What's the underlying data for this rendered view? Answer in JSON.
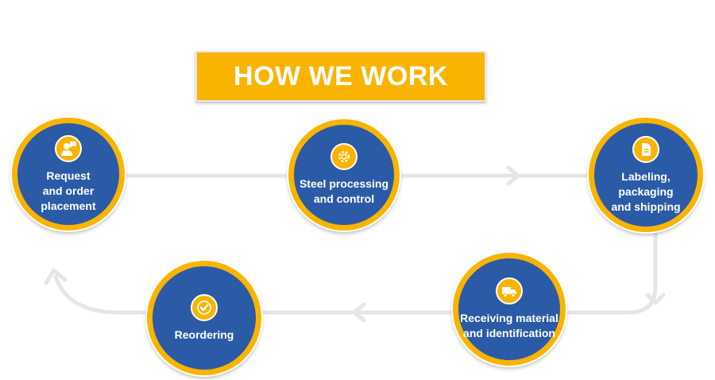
{
  "title": "HOW WE WORK",
  "steps": [
    {
      "label_lines": [
        "Request",
        "and order",
        "placement"
      ],
      "icon": "person-chat-icon"
    },
    {
      "label_lines": [
        "Steel processing",
        "and control"
      ],
      "icon": "gear-icon"
    },
    {
      "label_lines": [
        "Labeling,",
        "packaging",
        "and shipping"
      ],
      "icon": "document-icon"
    },
    {
      "label_lines": [
        "Receiving material",
        "and identification"
      ],
      "icon": "truck-icon"
    },
    {
      "label_lines": [
        "Reordering"
      ],
      "icon": "checkmark-icon"
    }
  ],
  "colors": {
    "accent": "#f8b400",
    "node_fill": "#2b5aa6",
    "connector": "#e8e8e8"
  }
}
